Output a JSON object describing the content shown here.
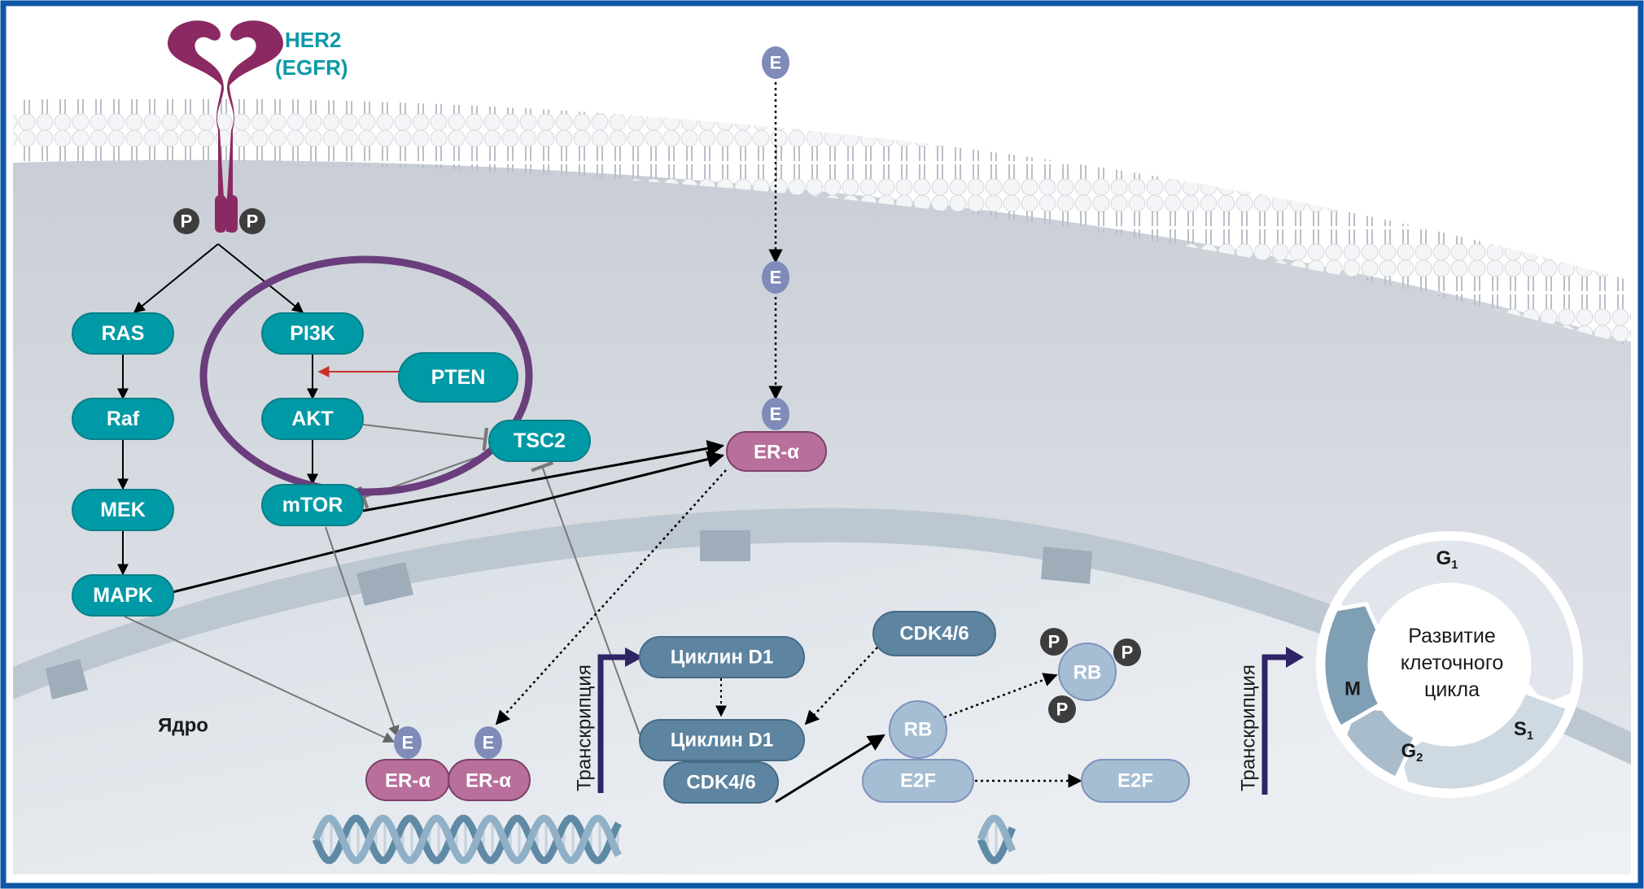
{
  "colors": {
    "frame": "#0d57a6",
    "teal": "#009aa6",
    "teal_border": "#0a7f89",
    "receptor": "#8b2a62",
    "er_alpha": "#b86f9c",
    "estrogen": "#7f8bb8",
    "phospho": "#3d3d3d",
    "cyclin": "#5d84a0",
    "rb": "#a6bed3",
    "highlight_ring": "#6a3d7c",
    "pten_arrow": "#c8322b",
    "transcription_arrow": "#2e2466"
  },
  "receptor": {
    "name": "HER2",
    "alias": "(EGFR)",
    "phospho_label": "P"
  },
  "nodes": {
    "ras": "RAS",
    "raf": "Raf",
    "mek": "MEK",
    "mapk": "MAPK",
    "pi3k": "PI3K",
    "pten": "PTEN",
    "akt": "AKT",
    "tsc2": "TSC2",
    "mtor": "mTOR",
    "er_alpha_cyto": "ER-α",
    "er_alpha_left": "ER-α",
    "er_alpha_right": "ER-α",
    "cyclin_d1_top": "Циклин D1",
    "cyclin_d1_complex": "Циклин D1",
    "cdk46_complex": "CDK4/6",
    "cdk46_free": "CDK4/6",
    "rb_bound": "RB",
    "rb_phospho": "RB",
    "e2f_bound": "E2F",
    "e2f_free": "E2F"
  },
  "estrogen_label": "E",
  "phospho_label": "P",
  "nucleus_label": "Ядро",
  "transcription_label": "Транскрипция",
  "cell_cycle": {
    "center_line1": "Развитие",
    "center_line2": "клеточного",
    "center_line3": "цикла",
    "phases": [
      {
        "name": "G",
        "sub": "1"
      },
      {
        "name": "S",
        "sub": "1"
      },
      {
        "name": "G",
        "sub": "2"
      },
      {
        "name": "M",
        "sub": ""
      }
    ]
  }
}
